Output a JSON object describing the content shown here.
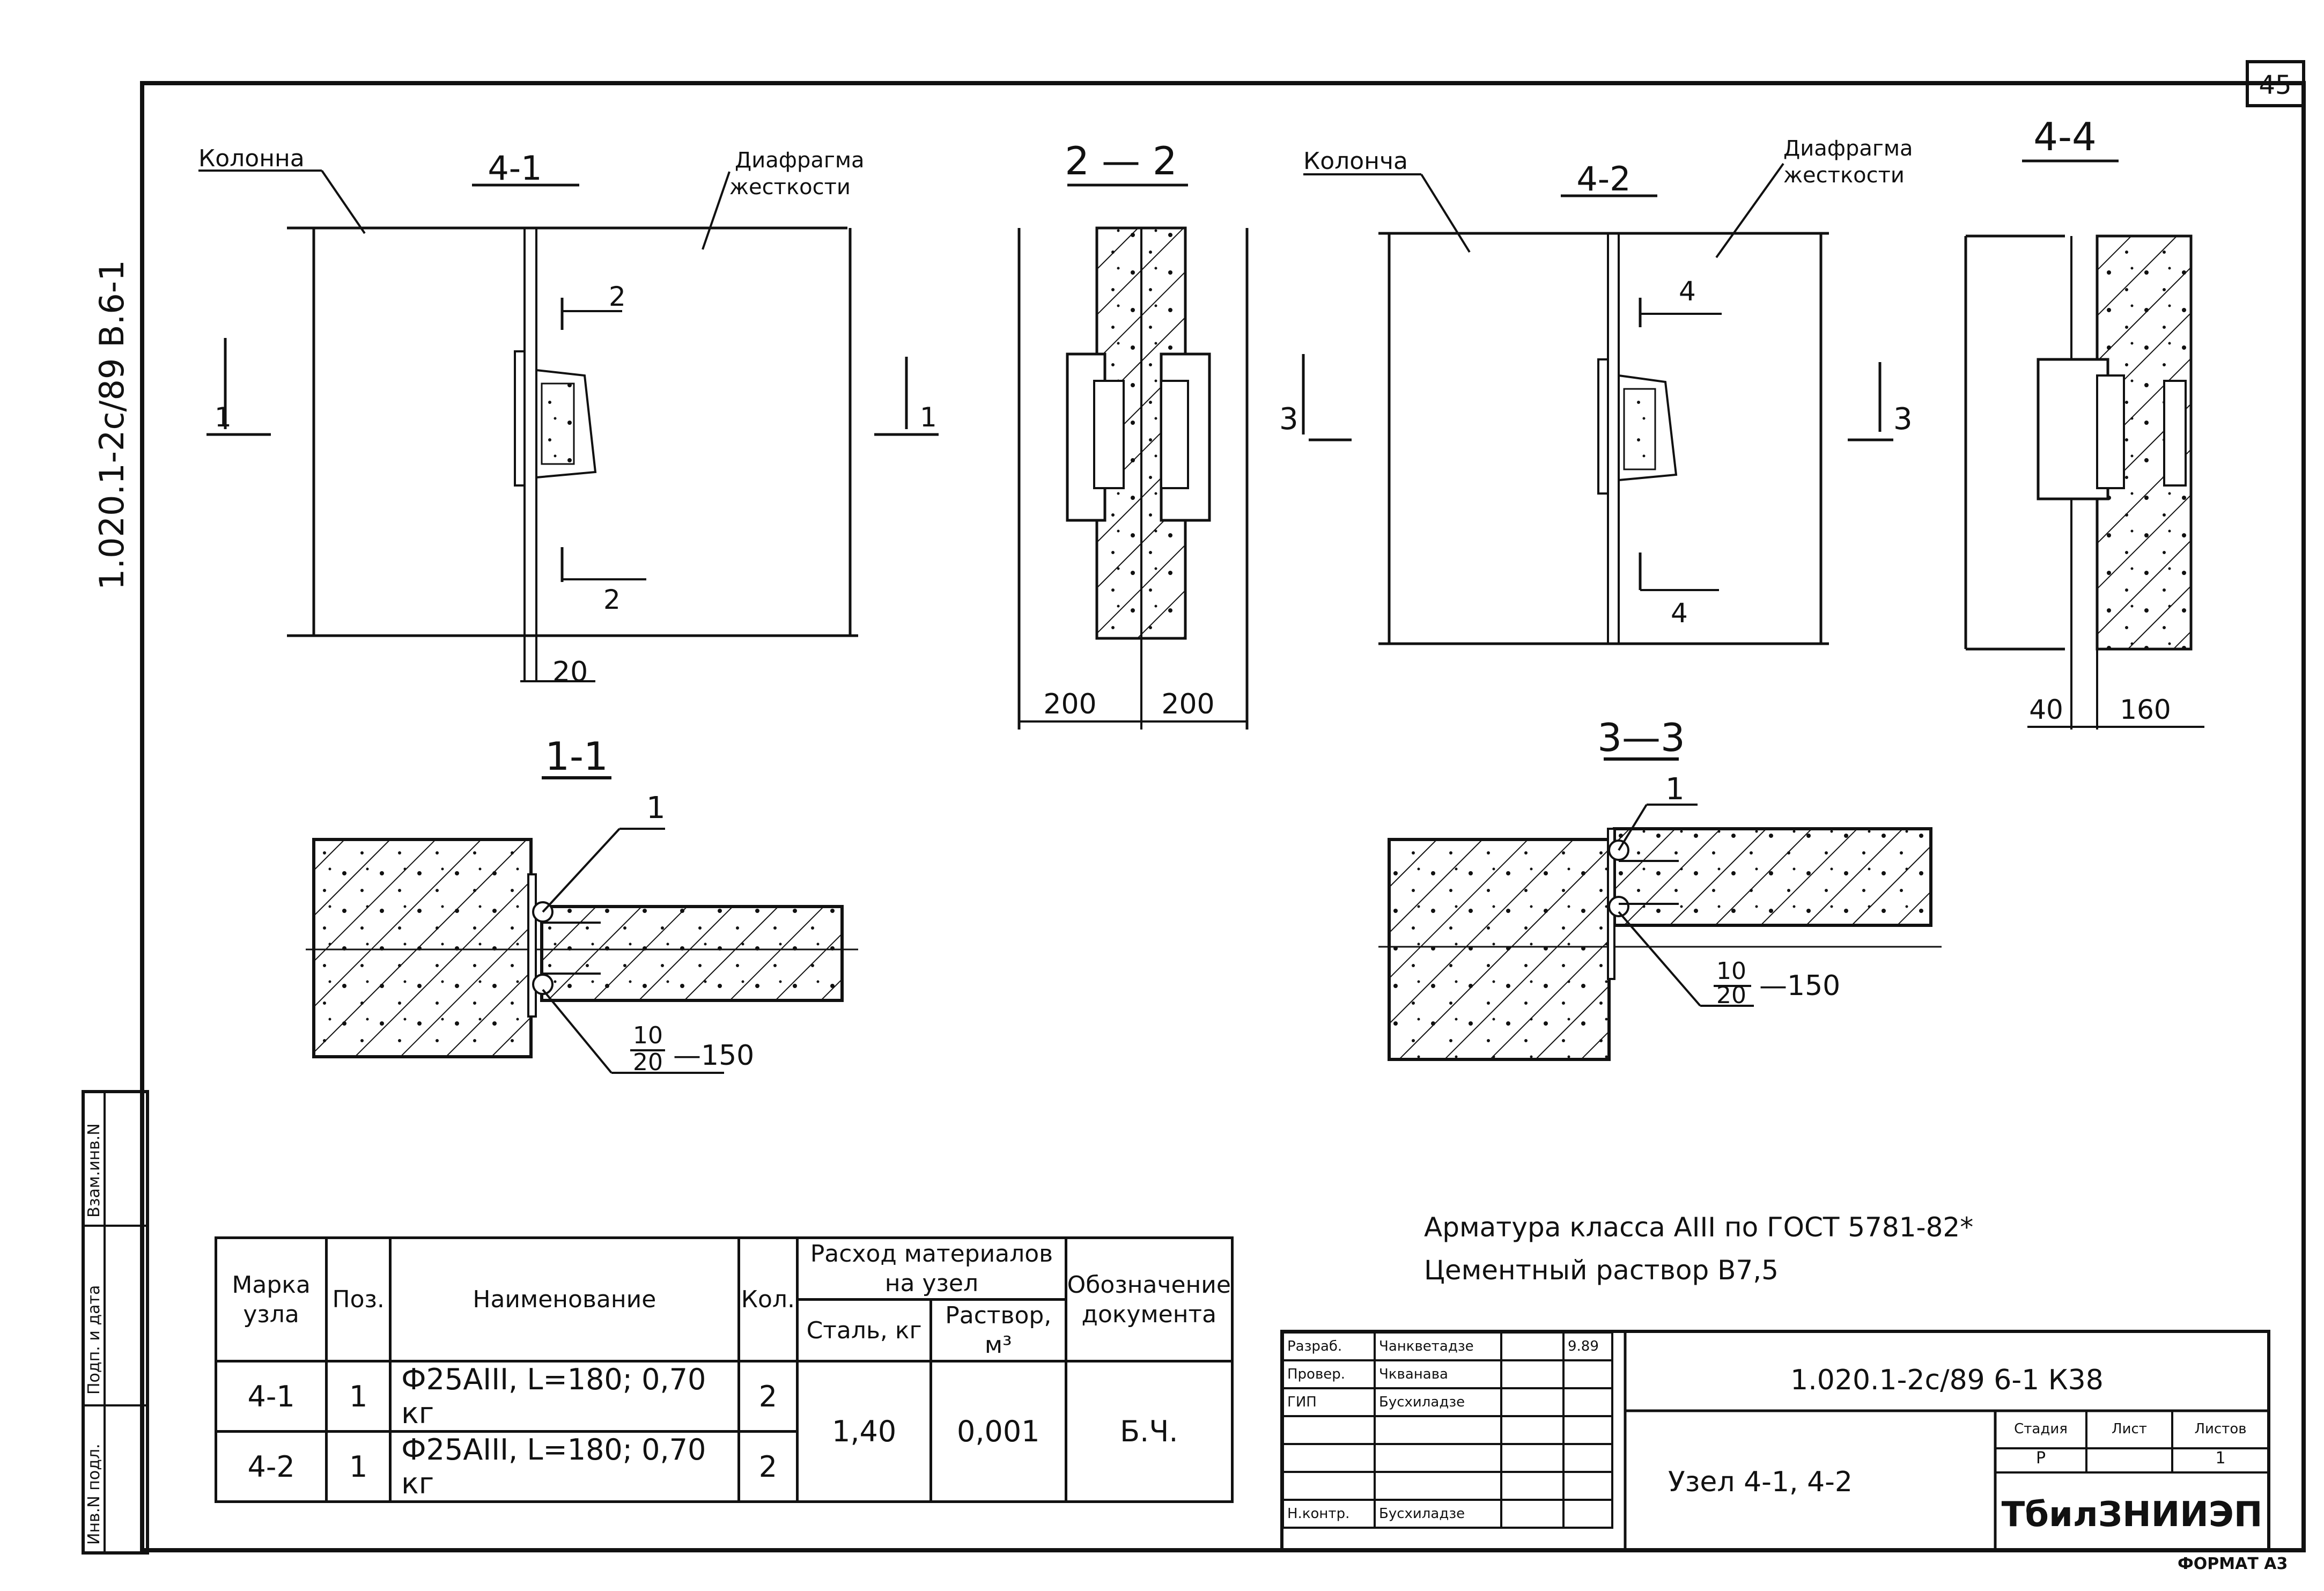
{
  "sheet": {
    "number": "45",
    "margin_code": "1.020.1-2с/89 В.6-1",
    "format": "ФОРМАТ А3"
  },
  "views": {
    "v41": {
      "title": "4-1",
      "kolonna": "Колонна",
      "diafragma1": "Диафрагма",
      "diafragma2": "жесткости",
      "sec_top": "2",
      "sec_bot": "2",
      "cut_left": "1",
      "cut_right": "1",
      "dim": "20"
    },
    "v22": {
      "title": "2 — 2",
      "dim_left": "200",
      "dim_right": "200"
    },
    "v42": {
      "title": "4-2",
      "kolonna": "Колонча",
      "diafragma1": "Диафрагма",
      "diafragma2": "жесткости",
      "sec_top": "4",
      "sec_bot": "4",
      "cut_left": "3",
      "cut_right": "3"
    },
    "v44": {
      "title": "4-4",
      "dim_left": "40",
      "dim_right": "160"
    },
    "v11": {
      "title": "1-1",
      "pos": "1",
      "weld_num": "10",
      "weld_den": "20",
      "weld_len": "—150"
    },
    "v33": {
      "title": "3—3",
      "pos": "1",
      "weld_num": "10",
      "weld_den": "20",
      "weld_len": "—150"
    }
  },
  "notes": {
    "line1": "Арматура класса АIII по ГОСТ 5781-82*",
    "line2": "Цементный раствор В7,5"
  },
  "spec_table": {
    "headers": {
      "marka": "Марка узла",
      "poz": "Поз.",
      "naim": "Наименование",
      "kol": "Кол.",
      "rashod": "Расход материалов на узел",
      "stal": "Сталь, кг",
      "rastvor": "Раствор, м³",
      "oboz": "Обозначение документа"
    },
    "rows": [
      {
        "marka": "4-1",
        "poz": "1",
        "naim": "Ф25АIII, L=180; 0,70 кг",
        "kol": "2"
      },
      {
        "marka": "4-2",
        "poz": "1",
        "naim": "Ф25АIII, L=180; 0,70 кг",
        "kol": "2"
      }
    ],
    "stal": "1,40",
    "rastvor": "0,001",
    "oboz": "Б.Ч."
  },
  "side_stamp": {
    "c1": "Взам.инв.N",
    "c2": "Подп. и дата",
    "c3": "Инв.N подл."
  },
  "title_block": {
    "roles": [
      {
        "role": "Разраб.",
        "name": "Чанкветадзе",
        "date": "9.89"
      },
      {
        "role": "Провер.",
        "name": "Чкванава",
        "date": ""
      },
      {
        "role": "ГИП",
        "name": "Бусхиладзе",
        "date": ""
      },
      {
        "role": "",
        "name": "",
        "date": ""
      },
      {
        "role": "",
        "name": "",
        "date": ""
      },
      {
        "role": "",
        "name": "",
        "date": ""
      },
      {
        "role": "Н.контр.",
        "name": "Бусхиладзе",
        "date": ""
      }
    ],
    "code": "1.020.1-2с/89  6-1   К38",
    "subject": "Узел 4-1, 4-2",
    "stadia_h": "Стадия",
    "list_h": "Лист",
    "listov_h": "Листов",
    "stadia": "Р",
    "list": "",
    "listov": "1",
    "org": "ТбилЗНИИЭП"
  }
}
